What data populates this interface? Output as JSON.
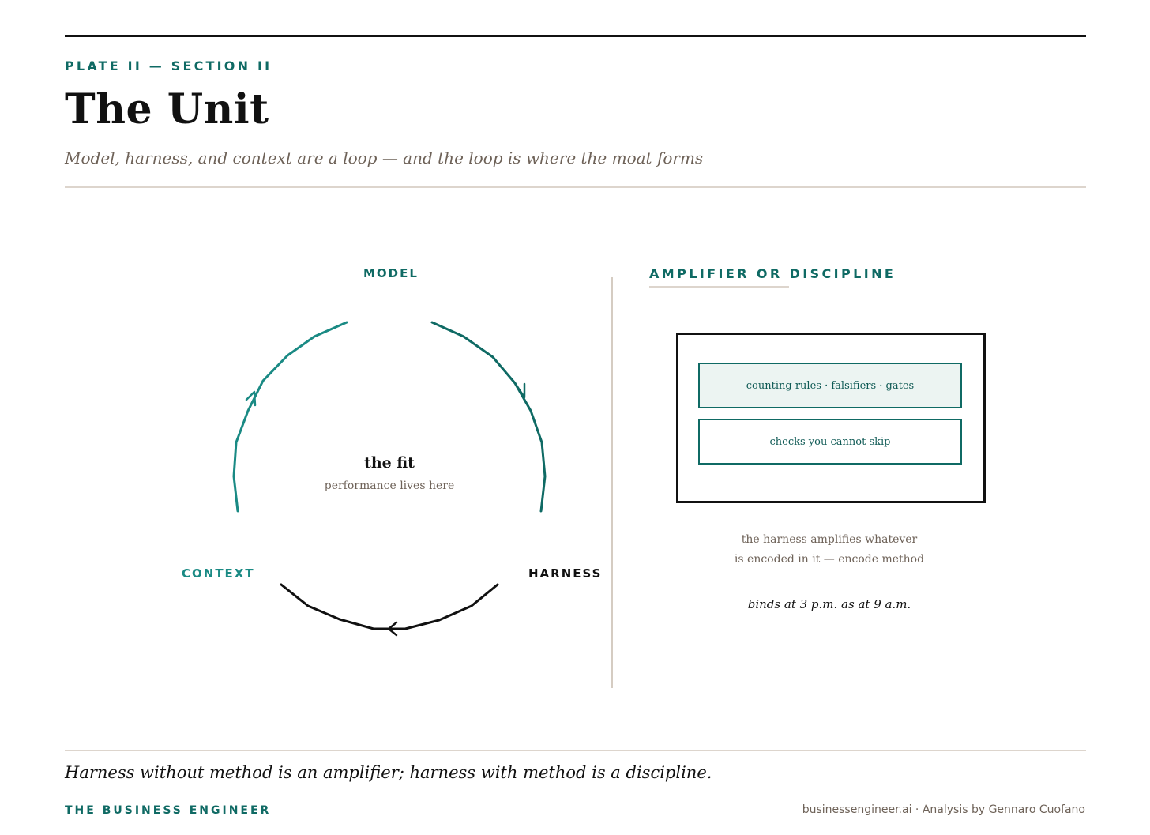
{
  "header": {
    "plate": "PLATE II — SECTION II",
    "title": "The Unit",
    "subtitle": "Model, harness, and context are a loop — and the loop is where the moat forms"
  },
  "loop": {
    "nodes": {
      "model": "MODEL",
      "context": "CONTEXT",
      "harness": "HARNESS"
    },
    "center_title": "the fit",
    "center_subtitle": "performance lives here",
    "colors": {
      "model_to_harness": "#0f6a64",
      "context_to_model": "#1a8a84",
      "harness_to_context": "#111111"
    }
  },
  "amplifier": {
    "heading": "AMPLIFIER OR DISCIPLINE",
    "box1": "counting rules · falsifiers · gates",
    "box2": "checks you cannot skip",
    "note_line1": "the harness amplifies whatever",
    "note_line2": "is encoded in it — encode method",
    "emphasis": "binds at 3 p.m. as at 9 a.m."
  },
  "footer": {
    "quote": "Harness without method is an amplifier; harness with method is a discipline.",
    "brand": "THE BUSINESS ENGINEER",
    "credit": "businessengineer.ai · Analysis by Gennaro Cuofano"
  },
  "colors": {
    "accent_teal": "#0f6a64",
    "light_teal": "#1a8a84",
    "ink": "#111111",
    "muted": "#6e6258",
    "rule": "#ddd5cd"
  }
}
